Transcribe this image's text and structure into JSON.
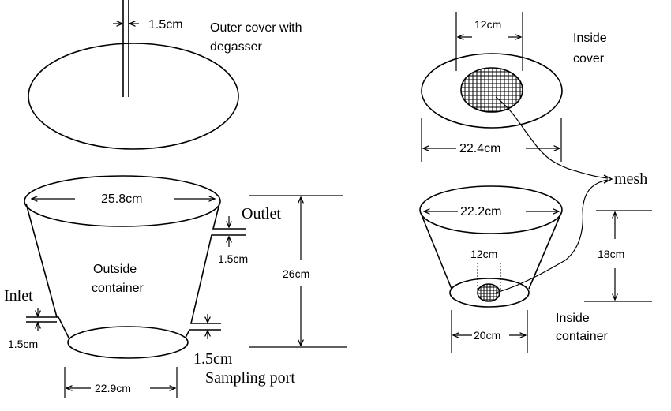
{
  "labels": {
    "outer_cover_1": "Outer cover with",
    "outer_cover_2": "degasser",
    "inside_cover_1": "Inside",
    "inside_cover_2": "cover",
    "outside_container_1": "Outside",
    "outside_container_2": "container",
    "inside_container_1": "Inside",
    "inside_container_2": "container",
    "outlet": "Outlet",
    "inlet": "Inlet",
    "sampling_port": "Sampling port",
    "mesh": "mesh"
  },
  "dimensions": {
    "degasser_width": "1.5cm",
    "outside_top_diameter": "25.8cm",
    "outlet_width": "1.5cm",
    "outside_height": "26cm",
    "inlet_width": "1.5cm",
    "sampling_port_width": "1.5cm",
    "outside_bottom_diameter": "22.9cm",
    "mesh_window_cover": "12cm",
    "inside_cover_diameter": "22.4cm",
    "inside_top_diameter": "22.2cm",
    "mesh_window_container": "12cm",
    "inside_height": "18cm",
    "inside_bottom_diameter": "20cm"
  }
}
